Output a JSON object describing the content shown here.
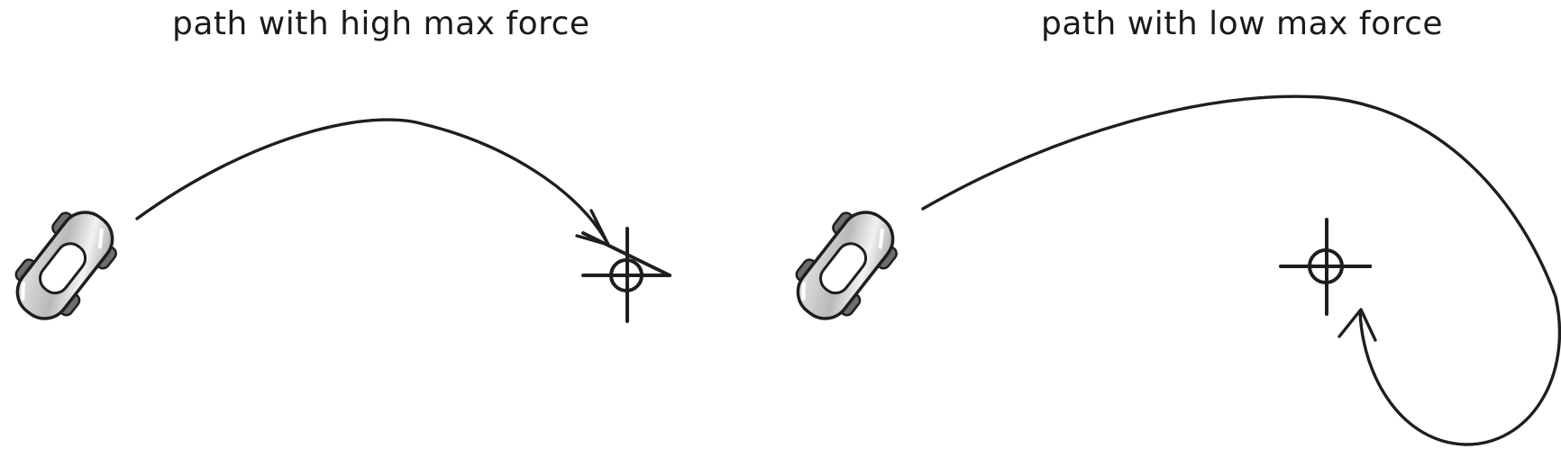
{
  "panels": [
    {
      "title": "path with high max force",
      "path_type": "short-arc-to-target",
      "vehicle_icon": "car-icon",
      "target_icon": "crosshair-target-icon"
    },
    {
      "title": "path with low max force",
      "path_type": "wide-loop-overshoot",
      "vehicle_icon": "car-icon",
      "target_icon": "crosshair-target-icon"
    }
  ],
  "colors": {
    "ink": "#1e1e1e",
    "car_body": "#bdbdbd",
    "car_highlight": "#eeeeee",
    "wheel": "#6e6e6e",
    "background": "#ffffff"
  }
}
